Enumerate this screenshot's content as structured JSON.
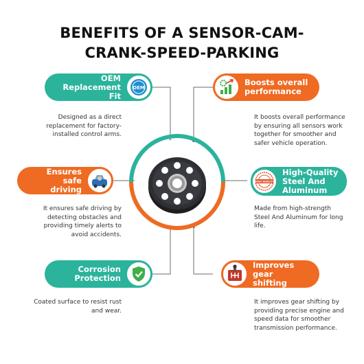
{
  "title_line1": "BENEFITS OF A SENSOR-CAM-",
  "title_line2": "CRANK-SPEED-PARKING",
  "colors": {
    "teal": "#2bb39c",
    "orange": "#ef6a22",
    "line": "#6b6b6b"
  },
  "benefits": [
    {
      "title_line1": "OEM",
      "title_line2": "Replacement Fit",
      "icon": "oem-badge-icon",
      "badge_text": "OEM",
      "desc": [
        "Designed as a direct",
        "replacement for factory-",
        "installed control arms."
      ]
    },
    {
      "title_line1": "Ensures safe",
      "title_line2": "driving",
      "icon": "driver-car-icon",
      "desc": [
        "It ensures safe driving by",
        "detecting obstacles and",
        "providing timely alerts to",
        "avoid accidents."
      ]
    },
    {
      "title_line1": "Corrosion",
      "title_line2": "Protection",
      "icon": "shield-check-icon",
      "desc": [
        "Coated surface to resist rust",
        "and wear."
      ]
    },
    {
      "title_line1": "Boosts overall",
      "title_line2": "performance",
      "icon": "performance-gear-chart-icon",
      "desc": [
        "It boosts overall performance",
        "by ensuring all sensors work",
        "together for smoother and",
        "safer vehicle operation."
      ]
    },
    {
      "title_line1": "High-Quality",
      "title_line2": "Steel And",
      "title_line3": "Aluminum",
      "icon": "quality-stamp-icon",
      "badge_text": "HIGH QUALITY",
      "desc": [
        "Made from high-strength",
        "Steel And Aluminum for long",
        "life."
      ]
    },
    {
      "title_line1": "Improves gear",
      "title_line2": "shifting",
      "icon": "gear-shifter-icon",
      "desc": [
        "It improves gear shifting by",
        "providing precise engine and",
        "speed data for smoother",
        "transmission performance."
      ]
    }
  ]
}
